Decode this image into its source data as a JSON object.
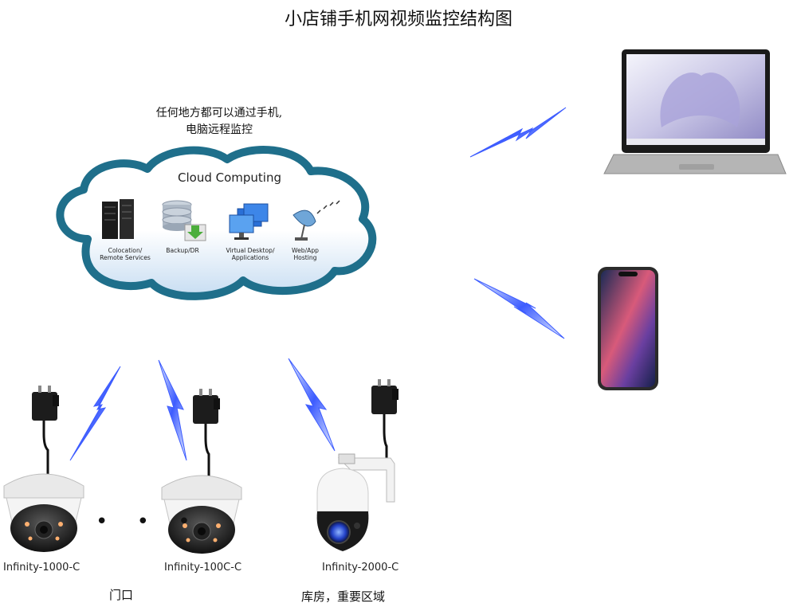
{
  "title": "小店铺手机网视频监控结构图",
  "remote_note": [
    "任何地方都可以通过手机,",
    "电脑远程监控"
  ],
  "cloud": {
    "title": "Cloud Computing",
    "services": [
      {
        "icon": "server-rack-icon",
        "label": [
          "Colocation/",
          "Remote Services"
        ]
      },
      {
        "icon": "database-backup-icon",
        "label": [
          "Backup/DR"
        ]
      },
      {
        "icon": "virtual-desktop-icon",
        "label": [
          "Virtual Desktop/",
          "Applications"
        ]
      },
      {
        "icon": "satellite-dish-icon",
        "label": [
          "Web/App",
          "Hosting"
        ]
      }
    ]
  },
  "cameras": [
    {
      "model": "Infinity-1000-C",
      "type": "dome"
    },
    {
      "model": "Infinity-100C-C",
      "type": "dome"
    },
    {
      "model": "Infinity-2000-C",
      "type": "ptz"
    }
  ],
  "ellipsis": "• • •",
  "locations": {
    "door": "门口",
    "storage": "库房，重要区域"
  },
  "colors": {
    "cloud_outline": "#1f6f8b",
    "cloud_fill_bottom": "#cfe3f5",
    "lightning": "#4d6bff"
  }
}
